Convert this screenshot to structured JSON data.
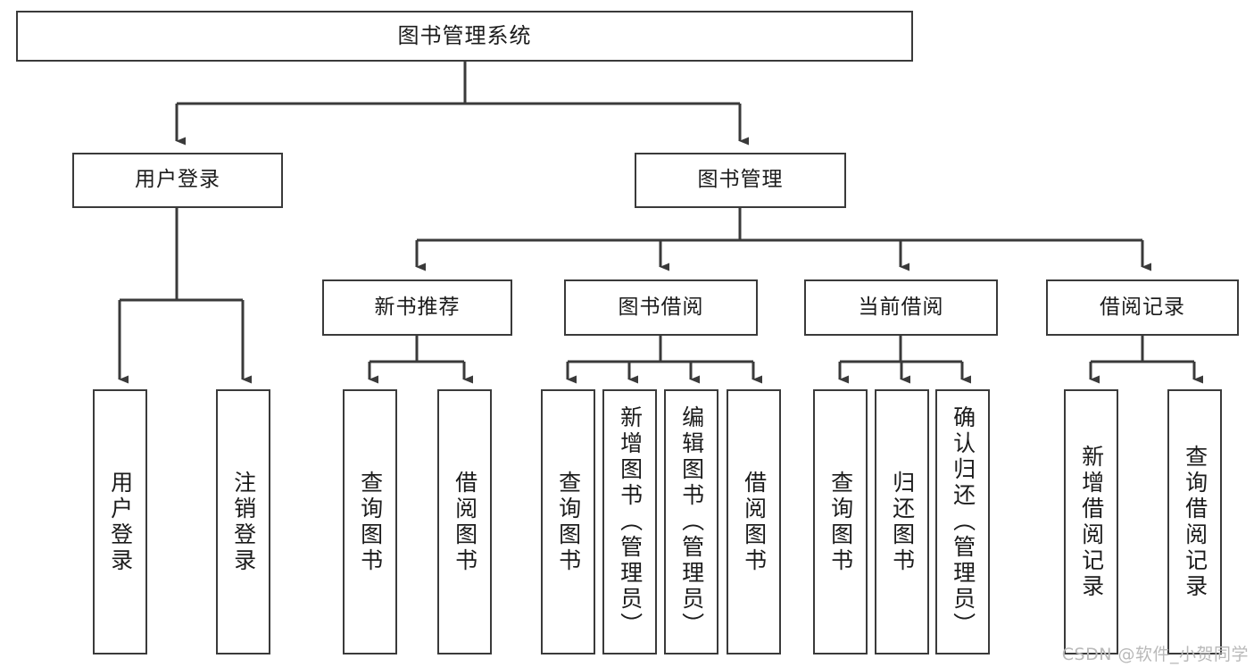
{
  "diagram": {
    "title": "图书管理系统",
    "type": "tree",
    "orientation": "top-down",
    "watermark": "CSDN @软件_小贺同学",
    "style": {
      "box_fill": "#ffffff",
      "box_border": "#3a3a3a",
      "edge_color": "#3a3a3a",
      "text_color": "#1b1b1b",
      "watermark_color": "#b9b9b9",
      "background": "#ffffff"
    },
    "nodes": {
      "root": {
        "label": "图书管理系统",
        "level": 1,
        "text_direction": "horizontal"
      },
      "l2": [
        {
          "id": "user-login",
          "label": "用户登录",
          "level": 2,
          "text_direction": "horizontal"
        },
        {
          "id": "book-manage",
          "label": "图书管理",
          "level": 2,
          "text_direction": "horizontal"
        }
      ],
      "l3": [
        {
          "id": "new-book-rec",
          "label": "新书推荐",
          "level": 3,
          "text_direction": "horizontal",
          "parent": "book-manage"
        },
        {
          "id": "book-borrow",
          "label": "图书借阅",
          "level": 3,
          "text_direction": "horizontal",
          "parent": "book-manage"
        },
        {
          "id": "current-borrow",
          "label": "当前借阅",
          "level": 3,
          "text_direction": "horizontal",
          "parent": "book-manage"
        },
        {
          "id": "borrow-record",
          "label": "借阅记录",
          "level": 3,
          "text_direction": "horizontal",
          "parent": "book-manage"
        }
      ],
      "leaves": [
        {
          "id": "leaf-user-login",
          "label": "用户登录",
          "parent": "user-login",
          "text_direction": "vertical"
        },
        {
          "id": "leaf-logout",
          "label": "注销登录",
          "parent": "user-login",
          "text_direction": "vertical"
        },
        {
          "id": "leaf-query-book-1",
          "label": "查询图书",
          "parent": "new-book-rec",
          "text_direction": "vertical"
        },
        {
          "id": "leaf-borrow-book-1",
          "label": "借阅图书",
          "parent": "new-book-rec",
          "text_direction": "vertical"
        },
        {
          "id": "leaf-query-book-2",
          "label": "查询图书",
          "parent": "book-borrow",
          "text_direction": "vertical"
        },
        {
          "id": "leaf-add-book",
          "label": "新增图书（管理员）",
          "parent": "book-borrow",
          "text_direction": "vertical"
        },
        {
          "id": "leaf-edit-book",
          "label": "编辑图书（管理员）",
          "parent": "book-borrow",
          "text_direction": "vertical"
        },
        {
          "id": "leaf-borrow-book-2",
          "label": "借阅图书",
          "parent": "book-borrow",
          "text_direction": "vertical"
        },
        {
          "id": "leaf-query-book-3",
          "label": "查询图书",
          "parent": "current-borrow",
          "text_direction": "vertical"
        },
        {
          "id": "leaf-return-book",
          "label": "归还图书",
          "parent": "current-borrow",
          "text_direction": "vertical"
        },
        {
          "id": "leaf-confirm-return",
          "label": "确认归还（管理员）",
          "parent": "current-borrow",
          "text_direction": "vertical"
        },
        {
          "id": "leaf-add-record",
          "label": "新增借阅记录",
          "parent": "borrow-record",
          "text_direction": "vertical"
        },
        {
          "id": "leaf-query-record",
          "label": "查询借阅记录",
          "parent": "borrow-record",
          "text_direction": "vertical"
        }
      ]
    }
  }
}
